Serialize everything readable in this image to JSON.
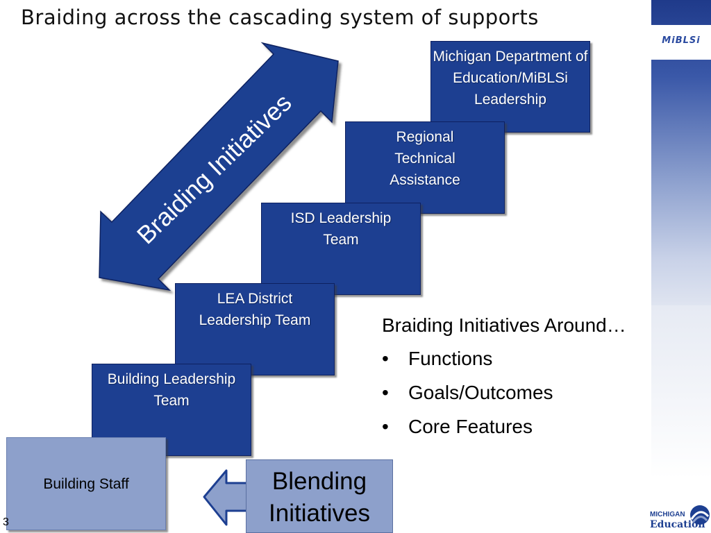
{
  "title": "Braiding across the cascading system of supports",
  "arrow_label": "Braiding Initiatives",
  "steps": [
    {
      "label": "Michigan Department of Education/MiBLSi Leadership"
    },
    {
      "label": "Regional Technical Assistance"
    },
    {
      "label": "ISD Leadership Team"
    },
    {
      "label": "LEA District Leadership Team"
    },
    {
      "label": "Building Leadership Team"
    },
    {
      "label": "Building Staff"
    }
  ],
  "blending": {
    "line1": "Blending",
    "line2": "Initiatives"
  },
  "bullets": {
    "heading": "Braiding Initiatives Around…",
    "items": [
      "Functions",
      "Goals/Outcomes",
      "Core Features"
    ]
  },
  "page_number": "3",
  "logos": {
    "miblsi": "MiBLSi",
    "mde_small": "MICHIGAN",
    "mde_big": "Education"
  },
  "colors": {
    "dark_blue": "#1d3f91",
    "light_blue": "#8da0cb"
  }
}
